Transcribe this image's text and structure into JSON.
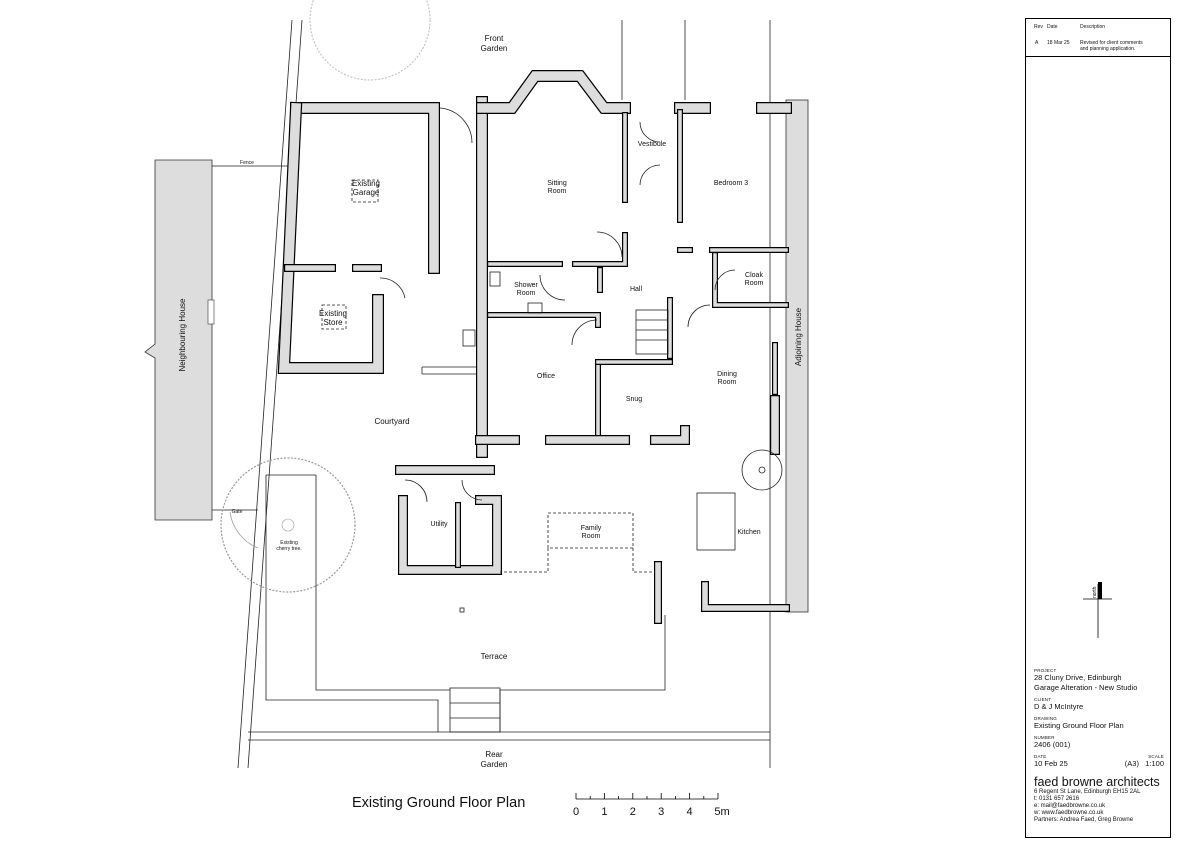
{
  "plan": {
    "title": "Existing Ground Floor Plan",
    "labels": {
      "front_garden": [
        "Front",
        "Garden"
      ],
      "rear_garden": [
        "Rear",
        "Garden"
      ],
      "fence": "Fence",
      "gate": "Gate",
      "neighbouring_house": "Neighbouring House",
      "adjoining_house": "Adjoining House",
      "existing_garage": [
        "Existing",
        "Garage"
      ],
      "existing_store": [
        "Existing",
        "Store"
      ],
      "courtyard": "Courtyard",
      "cherry_tree": [
        "Existing",
        "cherry tree."
      ],
      "sitting_room": [
        "Sitting",
        "Room"
      ],
      "vestibule": "Vestibule",
      "bedroom3": "Bedroom 3",
      "shower_room": [
        "Shower",
        "Room"
      ],
      "hall": "Hall",
      "cloak_room": [
        "Cloak",
        "Room"
      ],
      "office": "Office",
      "snug": "Snug",
      "dining_room": [
        "Dining",
        "Room"
      ],
      "utility": "Utility",
      "family_room": [
        "Family",
        "Room"
      ],
      "kitchen": "Kitchen",
      "terrace": "Terrace"
    },
    "scale_bar": [
      "0",
      "1",
      "2",
      "3",
      "4",
      "5m"
    ],
    "north": "north"
  },
  "title_block": {
    "revisions": {
      "headers": [
        "Rev",
        "Date",
        "Description"
      ],
      "rows": [
        {
          "rev": "A",
          "date": "18 Mar 25",
          "description": [
            "Revised for client comments",
            "and planning application."
          ]
        }
      ]
    },
    "project_caption": "PROJECT",
    "project": [
      "28 Cluny Drive, Edinburgh",
      "Garage Alteration - New Studio"
    ],
    "client_caption": "CLIENT",
    "client": "D & J McIntyre",
    "drawing_caption": "DRAWING",
    "drawing": "Existing Ground Floor Plan",
    "number_caption": "NUMBER",
    "number": "2406 (001)",
    "date_caption": "DATE",
    "date": "10 Feb 25",
    "sheet": "(A3)",
    "scale_caption": "SCALE",
    "scale": "1:100",
    "firm": "faed browne architects",
    "address": "6 Regent St Lane, Edinburgh  EH15 2AL",
    "tel": "t:  0131 657 2616",
    "email": "e:  mail@faedbrowne.co.uk",
    "web": "w:  www.faedbrowne.co.uk",
    "partners": "Partners:  Andrea Faed,  Greg Browne"
  }
}
